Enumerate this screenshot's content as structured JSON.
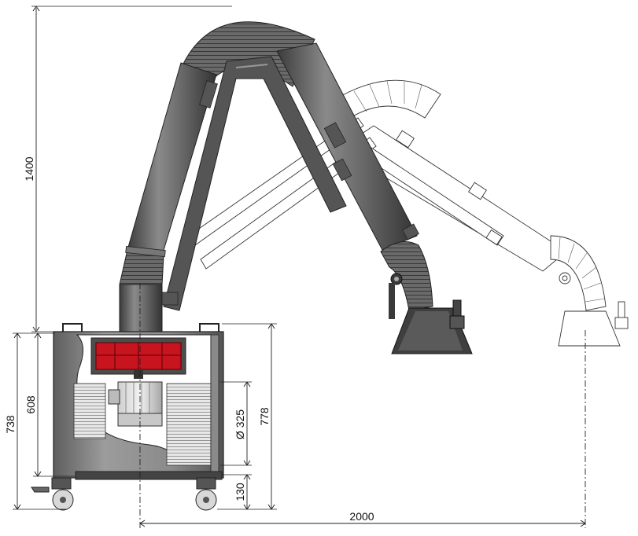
{
  "dimensions": {
    "arm_height": "1400",
    "cabinet_height": "738",
    "inner_height": "608",
    "total_height": "778",
    "duct_diameter": "Ø 325",
    "base_height": "130",
    "reach": "2000"
  },
  "colors": {
    "arm_dark": "#4a4a4a",
    "arm_mid": "#6e6e6e",
    "arm_light": "#9a9a9a",
    "cabinet": "#7a7a7a",
    "fan_red": "#c8141e",
    "outline": "#222222"
  }
}
